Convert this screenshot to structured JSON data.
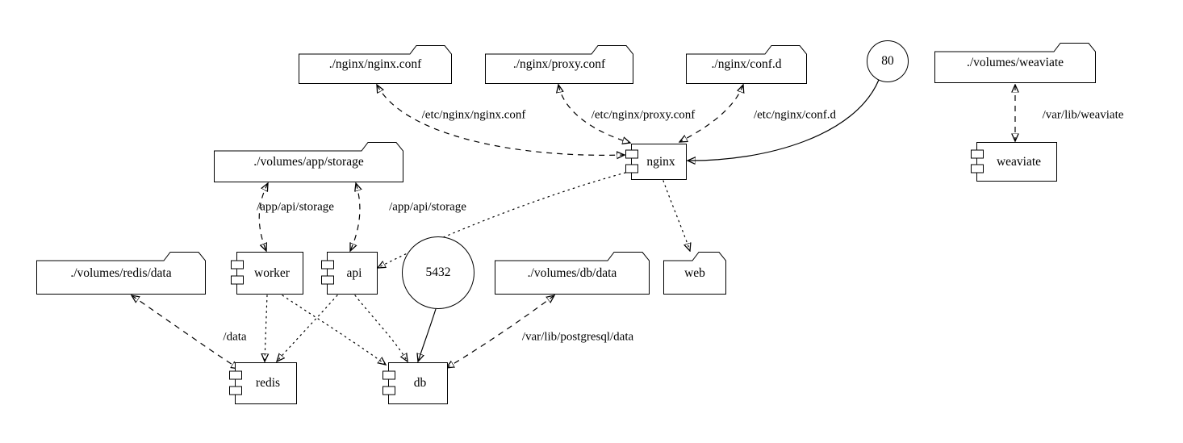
{
  "diagram": {
    "type": "docker-compose-graph",
    "background": "#ffffff",
    "stroke_color": "#000000"
  },
  "nodes": {
    "nginx_conf": {
      "label": "./nginx/nginx.conf",
      "shape": "folder"
    },
    "proxy_conf": {
      "label": "./nginx/proxy.conf",
      "shape": "folder"
    },
    "conf_d": {
      "label": "./nginx/conf.d",
      "shape": "folder"
    },
    "port_80": {
      "label": "80",
      "shape": "circle"
    },
    "volumes_weaviate": {
      "label": "./volumes/weaviate",
      "shape": "folder"
    },
    "volumes_app_storage": {
      "label": "./volumes/app/storage",
      "shape": "folder"
    },
    "nginx": {
      "label": "nginx",
      "shape": "component"
    },
    "weaviate": {
      "label": "weaviate",
      "shape": "component"
    },
    "volumes_redis_data": {
      "label": "./volumes/redis/data",
      "shape": "folder"
    },
    "worker": {
      "label": "worker",
      "shape": "component"
    },
    "api": {
      "label": "api",
      "shape": "component"
    },
    "port_5432": {
      "label": "5432",
      "shape": "circle"
    },
    "volumes_db_data": {
      "label": "./volumes/db/data",
      "shape": "folder"
    },
    "web": {
      "label": "web",
      "shape": "folder"
    },
    "redis": {
      "label": "redis",
      "shape": "component"
    },
    "db": {
      "label": "db",
      "shape": "component"
    }
  },
  "edge_labels": {
    "nginx_conf_mount": "/etc/nginx/nginx.conf",
    "proxy_conf_mount": "/etc/nginx/proxy.conf",
    "conf_d_mount": "/etc/nginx/conf.d",
    "weaviate_mount": "/var/lib/weaviate",
    "worker_storage_mount": "/app/api/storage",
    "api_storage_mount": "/app/api/storage",
    "redis_mount": "/data",
    "db_mount": "/var/lib/postgresql/data"
  }
}
